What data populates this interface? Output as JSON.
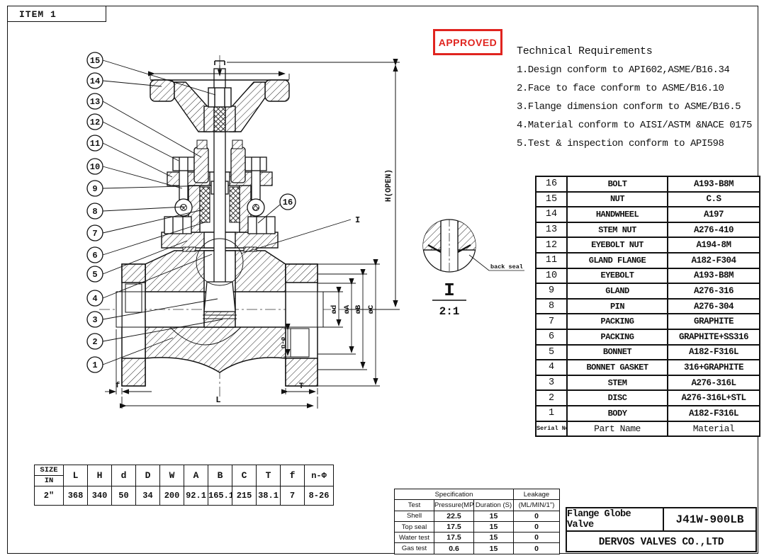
{
  "sheet": {
    "item_label": "ITEM 1"
  },
  "stamp": {
    "label": "APPROVED",
    "color": "#e0241f"
  },
  "tech_req": {
    "title": "Technical Requirements",
    "items": [
      "1.Design conform to API602,ASME/B16.34",
      "2.Face to face conform to ASME/B16.10",
      "3.Flange dimension conform to ASME/B16.5",
      "4.Material conform to AISI/ASTM &NACE 0175",
      "5.Test & inspection conform to API598"
    ]
  },
  "parts_table": {
    "headers": {
      "no": "Serial No.",
      "name": "Part Name",
      "material": "Material"
    },
    "rows": [
      {
        "no": "16",
        "name": "BOLT",
        "material": "A193-B8M"
      },
      {
        "no": "15",
        "name": "NUT",
        "material": "C.S"
      },
      {
        "no": "14",
        "name": "HANDWHEEL",
        "material": "A197"
      },
      {
        "no": "13",
        "name": "STEM NUT",
        "material": "A276-410"
      },
      {
        "no": "12",
        "name": "EYEBOLT NUT",
        "material": "A194-8M"
      },
      {
        "no": "11",
        "name": "GLAND FLANGE",
        "material": "A182-F304"
      },
      {
        "no": "10",
        "name": "EYEBOLT",
        "material": "A193-B8M"
      },
      {
        "no": "9",
        "name": "GLAND",
        "material": "A276-316"
      },
      {
        "no": "8",
        "name": "PIN",
        "material": "A276-304"
      },
      {
        "no": "7",
        "name": "PACKING",
        "material": "GRAPHITE"
      },
      {
        "no": "6",
        "name": "PACKING",
        "material": "GRAPHITE+SS316"
      },
      {
        "no": "5",
        "name": "BONNET",
        "material": "A182-F316L"
      },
      {
        "no": "4",
        "name": "BONNET GASKET",
        "material": "316+GRAPHITE"
      },
      {
        "no": "3",
        "name": "STEM",
        "material": "A276-316L"
      },
      {
        "no": "2",
        "name": "DISC",
        "material": "A276-316L+STL"
      },
      {
        "no": "1",
        "name": "BODY",
        "material": "A182-F316L"
      }
    ]
  },
  "size_table": {
    "size_header": "SIZE",
    "unit_header": "IN",
    "columns": [
      "L",
      "H",
      "d",
      "D",
      "W",
      "A",
      "B",
      "C",
      "T",
      "f",
      "n-Φ"
    ],
    "row_size": "2\"",
    "values": [
      "368",
      "340",
      "50",
      "34",
      "200",
      "92.1",
      "165.1",
      "215",
      "38.1",
      "7",
      "8-26"
    ]
  },
  "spec_table": {
    "spec_header": "Specification",
    "leakage_header": "Leakage",
    "col_headers": [
      "Test",
      "Pressure(MPa)",
      "Duration (S)",
      "(ML/MIN/1\")"
    ],
    "rows": [
      [
        "Shell",
        "22.5",
        "15",
        "0"
      ],
      [
        "Top seal",
        "17.5",
        "15",
        "0"
      ],
      [
        "Water test",
        "17.5",
        "15",
        "0"
      ],
      [
        "Gas test",
        "0.6",
        "15",
        "0"
      ]
    ]
  },
  "title_block": {
    "product": "Flange Globe Valve",
    "model": "J41W-900LB",
    "company": "DERVOS VALVES CO.,LTD"
  },
  "drawing": {
    "callouts": [
      "1",
      "2",
      "3",
      "4",
      "5",
      "6",
      "7",
      "8",
      "9",
      "10",
      "11",
      "12",
      "13",
      "14",
      "15",
      "16"
    ],
    "dims": {
      "h_open": "H(OPEN)",
      "dia_d": "ød",
      "dia_a": "øA",
      "dia_b": "øB",
      "dia_c": "øC",
      "len": "L",
      "face": "f",
      "thk": "T",
      "holes": "n-ø"
    },
    "detail": {
      "ref": "I",
      "scale": "2:1",
      "note": "back seal"
    }
  }
}
